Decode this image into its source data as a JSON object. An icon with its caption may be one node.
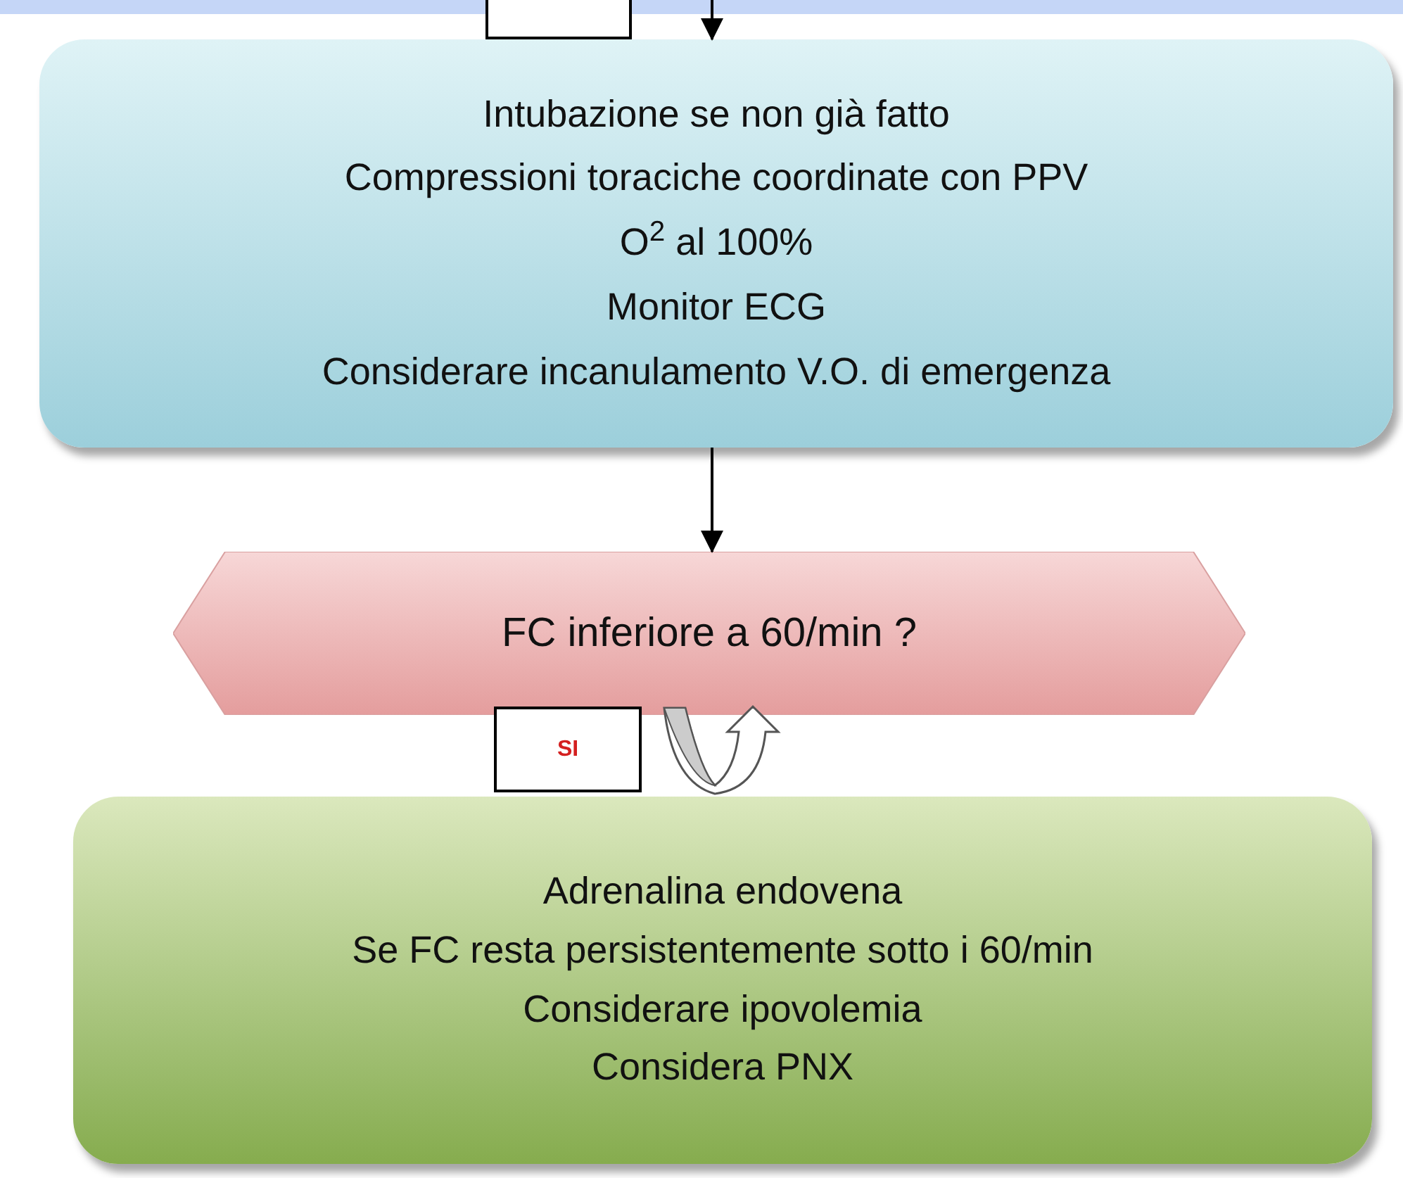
{
  "diagram": {
    "nodes": [
      {
        "text": [],
        "shape": "box"
      },
      {
        "text": [
          "Intubazione se non già fatto",
          "Compressioni toraciche coordinate con PPV",
          "O$^{2}$ al 100%",
          "Monitor ECG",
          "Considerare incanulamento V.O. di emergenza"
        ]
      },
      {
        "text": [
          "FC inferiore a 60/min ?"
        ]
      },
      {
        "text": [
          "SI"
        ]
      },
      {
        "text": [
          "Adrenalina endovena",
          "Se FC resta persistentemente sotto i 60/min",
          "Considerare ipovolemia",
          "Considera PNX"
        ]
      }
    ],
    "edges": [
      {
        "from": null,
        "to": 1,
        "arrow": "to"
      },
      {
        "from": 1,
        "to": 2,
        "arrow": "to"
      }
    ]
  }
}
